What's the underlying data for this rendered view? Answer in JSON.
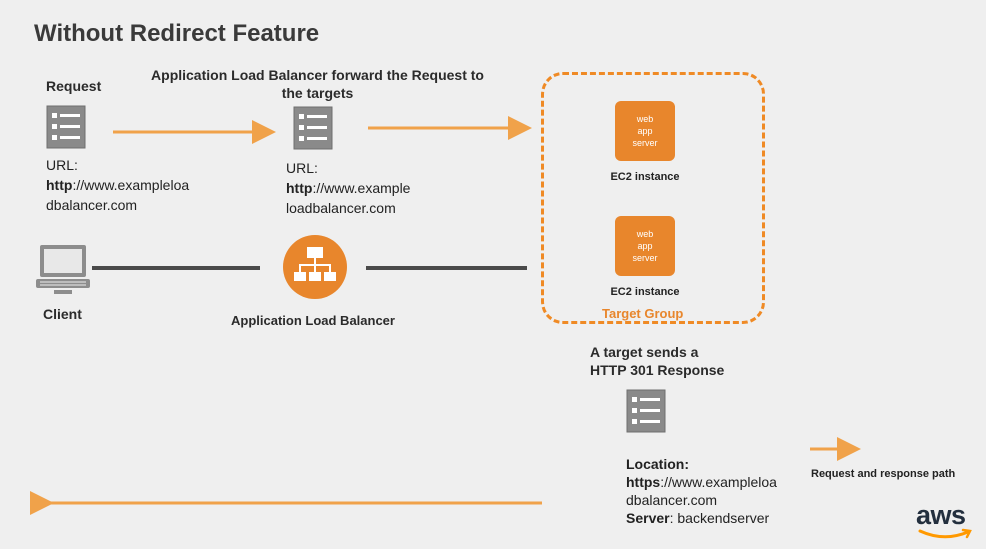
{
  "title": "Without Redirect Feature",
  "request": {
    "label": "Request",
    "url_label": "URL:",
    "url_scheme": "http",
    "url_line1": "://www.exampleloa",
    "url_line2": "dbalancer.com"
  },
  "alb_forward": {
    "heading_line1": "Application Load Balancer forward the Request to",
    "heading_line2": "the targets",
    "url_label": "URL:",
    "url_scheme": "http",
    "url_line1": "://www.example",
    "url_line2": "loadbalancer.com"
  },
  "client": {
    "label": "Client"
  },
  "load_balancer": {
    "label": "Application Load Balancer"
  },
  "target_group": {
    "label": "Target Group",
    "instances": [
      {
        "icon_lines": [
          "web",
          "app",
          "server"
        ],
        "label": "EC2 instance"
      },
      {
        "icon_lines": [
          "web",
          "app",
          "server"
        ],
        "label": "EC2 instance"
      }
    ]
  },
  "response": {
    "heading_line1": "A target sends a",
    "heading_line2": "HTTP 301 Response",
    "location_label": "Location:",
    "location_scheme": "https",
    "location_line1": "://www.exampleloa",
    "location_line2": "dbalancer.com",
    "server_label": "Server",
    "server_value": ": backendserver"
  },
  "legend": {
    "label": "Request and response path"
  },
  "brand": {
    "logo_text": "aws"
  },
  "colors": {
    "accent": "#e8862c",
    "arrow": "#f0a24a",
    "line": "#4a4a4a",
    "background": "#efefef"
  }
}
